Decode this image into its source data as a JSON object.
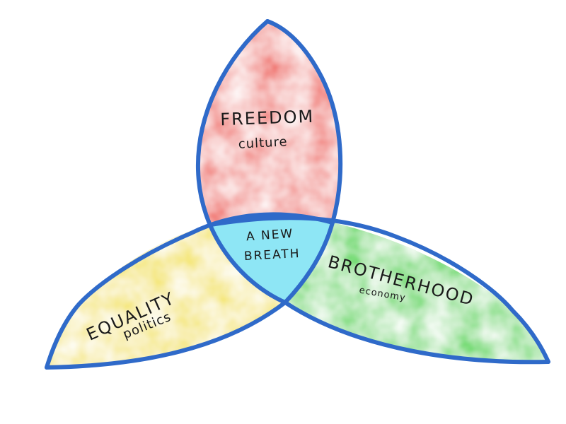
{
  "petals": {
    "top": {
      "title": "FREEDOM",
      "subtitle": "culture",
      "color": "#f06b64"
    },
    "left": {
      "title": "EQUALITY",
      "subtitle": "politics",
      "color": "#f3e23c"
    },
    "right": {
      "title": "BROTHERHOOD",
      "subtitle": "economy",
      "color": "#43d640"
    }
  },
  "center": {
    "line1": "A NEW",
    "line2": "BREATH",
    "color": "#8ee6f5"
  },
  "outline_color": "#2f6ac9"
}
